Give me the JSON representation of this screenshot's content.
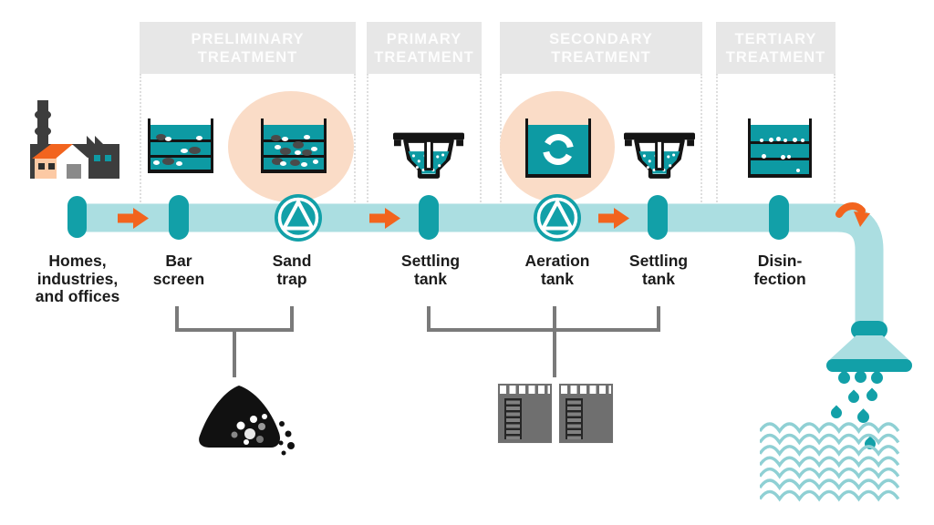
{
  "stages": {
    "preliminary": {
      "line1": "PRELIMINARY",
      "line2": "TREATMENT"
    },
    "primary": {
      "line1": "PRIMARY",
      "line2": "TREATMENT"
    },
    "secondary": {
      "line1": "SECONDARY",
      "line2": "TREATMENT"
    },
    "tertiary": {
      "line1": "TERTIARY",
      "line2": "TREATMENT"
    }
  },
  "flow_labels": {
    "source": {
      "line1": "Homes,",
      "line2": "industries,",
      "line3": "and offices"
    },
    "bar_screen": {
      "line1": "Bar",
      "line2": "screen"
    },
    "sand_trap": {
      "line1": "Sand",
      "line2": "trap"
    },
    "settling_tank_primary": {
      "line1": "Settling",
      "line2": "tank"
    },
    "aeration_tank": {
      "line1": "Aeration",
      "line2": "tank"
    },
    "settling_tank_secondary": {
      "line1": "Settling",
      "line2": "tank"
    },
    "disinfection": {
      "line1": "Disin-",
      "line2": "fection"
    }
  },
  "icons": {
    "source": "factory-homes-icon",
    "bar_screen": "bar-screen-tank-icon",
    "sand_trap": "sand-trap-tank-icon",
    "settling_tank": "settling-tank-funnel-icon",
    "aeration_tank": "aeration-tank-recycle-icon",
    "disinfection_tank": "disinfection-tank-icon",
    "pump": "pump-circle-triangle-icon",
    "valve": "pipe-valve-icon",
    "flow_arrow": "flow-arrow-icon",
    "corner_arrow": "curved-flow-arrow-icon",
    "sludge": "sludge-pile-icon",
    "digesters": "sludge-digester-tanks-icon",
    "shower": "shower-outlet-icon",
    "water_drops": "water-drops-icon",
    "receiving_water": "receiving-water-waves-icon"
  },
  "colors": {
    "pipe": "#ABDEE1",
    "teal_dark": "#12A0A8",
    "tank_water": "#0D9AA3",
    "orange": "#F2641E",
    "peach_highlight": "#FADCC7",
    "header_bg": "#E7E7E7",
    "header_text": "#FDFDFD",
    "label_text": "#1B1B1B",
    "bracket_gray": "#7A7A7A",
    "digester_gray": "#6F6F6F",
    "wave": "#8FD0D4",
    "sludge": "#111111"
  }
}
